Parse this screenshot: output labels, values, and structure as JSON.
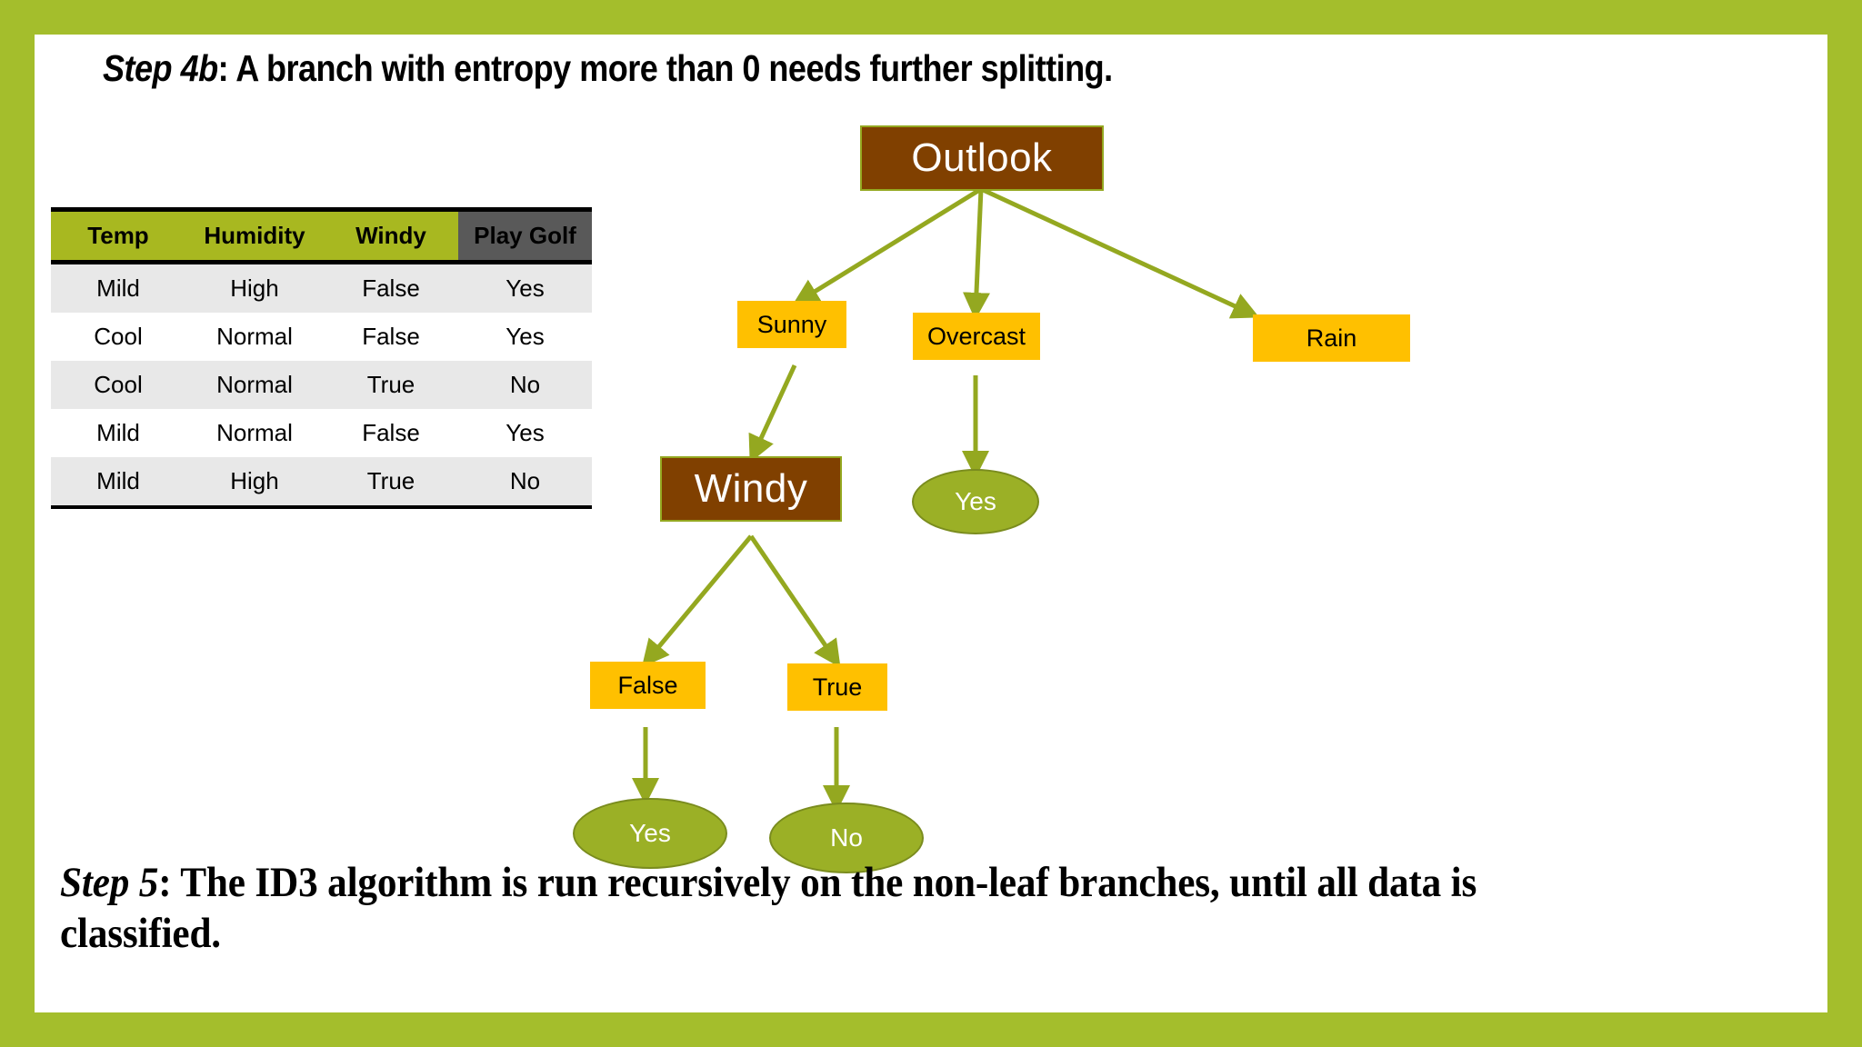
{
  "slide": {
    "frame_color": "#A4BE2C",
    "background_color": "#FFFFFF"
  },
  "captions": {
    "step4b_label": "Step 4b",
    "step4b_text": ": A branch with entropy more than 0 needs further splitting.",
    "step5_label": "Step 5",
    "step5_text": ": The ID3 algorithm is run recursively on the non-leaf branches, until all data is classified."
  },
  "table": {
    "headers": [
      "Temp",
      "Humidity",
      "Windy",
      "Play Golf"
    ],
    "header_bg": "#A8B820",
    "target_header_bg": "#595959",
    "rows": [
      [
        "Mild",
        "High",
        "False",
        "Yes"
      ],
      [
        "Cool",
        "Normal",
        "False",
        "Yes"
      ],
      [
        "Cool",
        "Normal",
        "True",
        "No"
      ],
      [
        "Mild",
        "Normal",
        "False",
        "Yes"
      ],
      [
        "Mild",
        "High",
        "True",
        "No"
      ]
    ]
  },
  "tree": {
    "attr_node_bg": "#804000",
    "branch_node_bg": "#FFC000",
    "leaf_node_bg": "#9BB026",
    "edge_color": "#94A820",
    "root": {
      "label": "Outlook"
    },
    "branches": [
      {
        "label": "Sunny"
      },
      {
        "label": "Overcast"
      },
      {
        "label": "Rain"
      }
    ],
    "windy_node": {
      "label": "Windy"
    },
    "windy_branches": [
      {
        "label": "False"
      },
      {
        "label": "True"
      }
    ],
    "leaves": [
      {
        "label": "Yes",
        "id": "overcast-yes"
      },
      {
        "label": "Yes",
        "id": "windy-false-yes"
      },
      {
        "label": "No",
        "id": "windy-true-no"
      }
    ]
  }
}
